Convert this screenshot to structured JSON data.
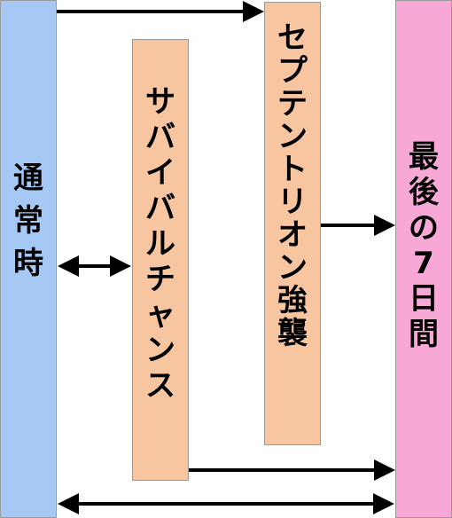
{
  "diagram": {
    "nodes": {
      "normal": {
        "label": [
          "通",
          "常",
          "時"
        ],
        "color": "#a6c8f5"
      },
      "survival": {
        "label": [
          "サ",
          "バ",
          "イ",
          "バ",
          "ル",
          "チ",
          "ャ",
          "ン",
          "ス"
        ],
        "color": "#f7c59f"
      },
      "septentrion": {
        "label": [
          "セ",
          "プ",
          "テ",
          "ン",
          "ト",
          "リ",
          "オ",
          "ン",
          "強",
          "襲"
        ],
        "color": "#f7c59f"
      },
      "final": {
        "label": [
          "最",
          "後",
          "の",
          "7",
          "日",
          "間"
        ],
        "color": "#f7a8d6"
      }
    },
    "edges": [
      {
        "from": "normal",
        "to": "septentrion",
        "bidirectional": false
      },
      {
        "from": "normal",
        "to": "survival",
        "bidirectional": true
      },
      {
        "from": "septentrion",
        "to": "final",
        "bidirectional": false
      },
      {
        "from": "survival",
        "to": "final",
        "bidirectional": false
      },
      {
        "from": "normal",
        "to": "final",
        "bidirectional": true
      }
    ]
  }
}
